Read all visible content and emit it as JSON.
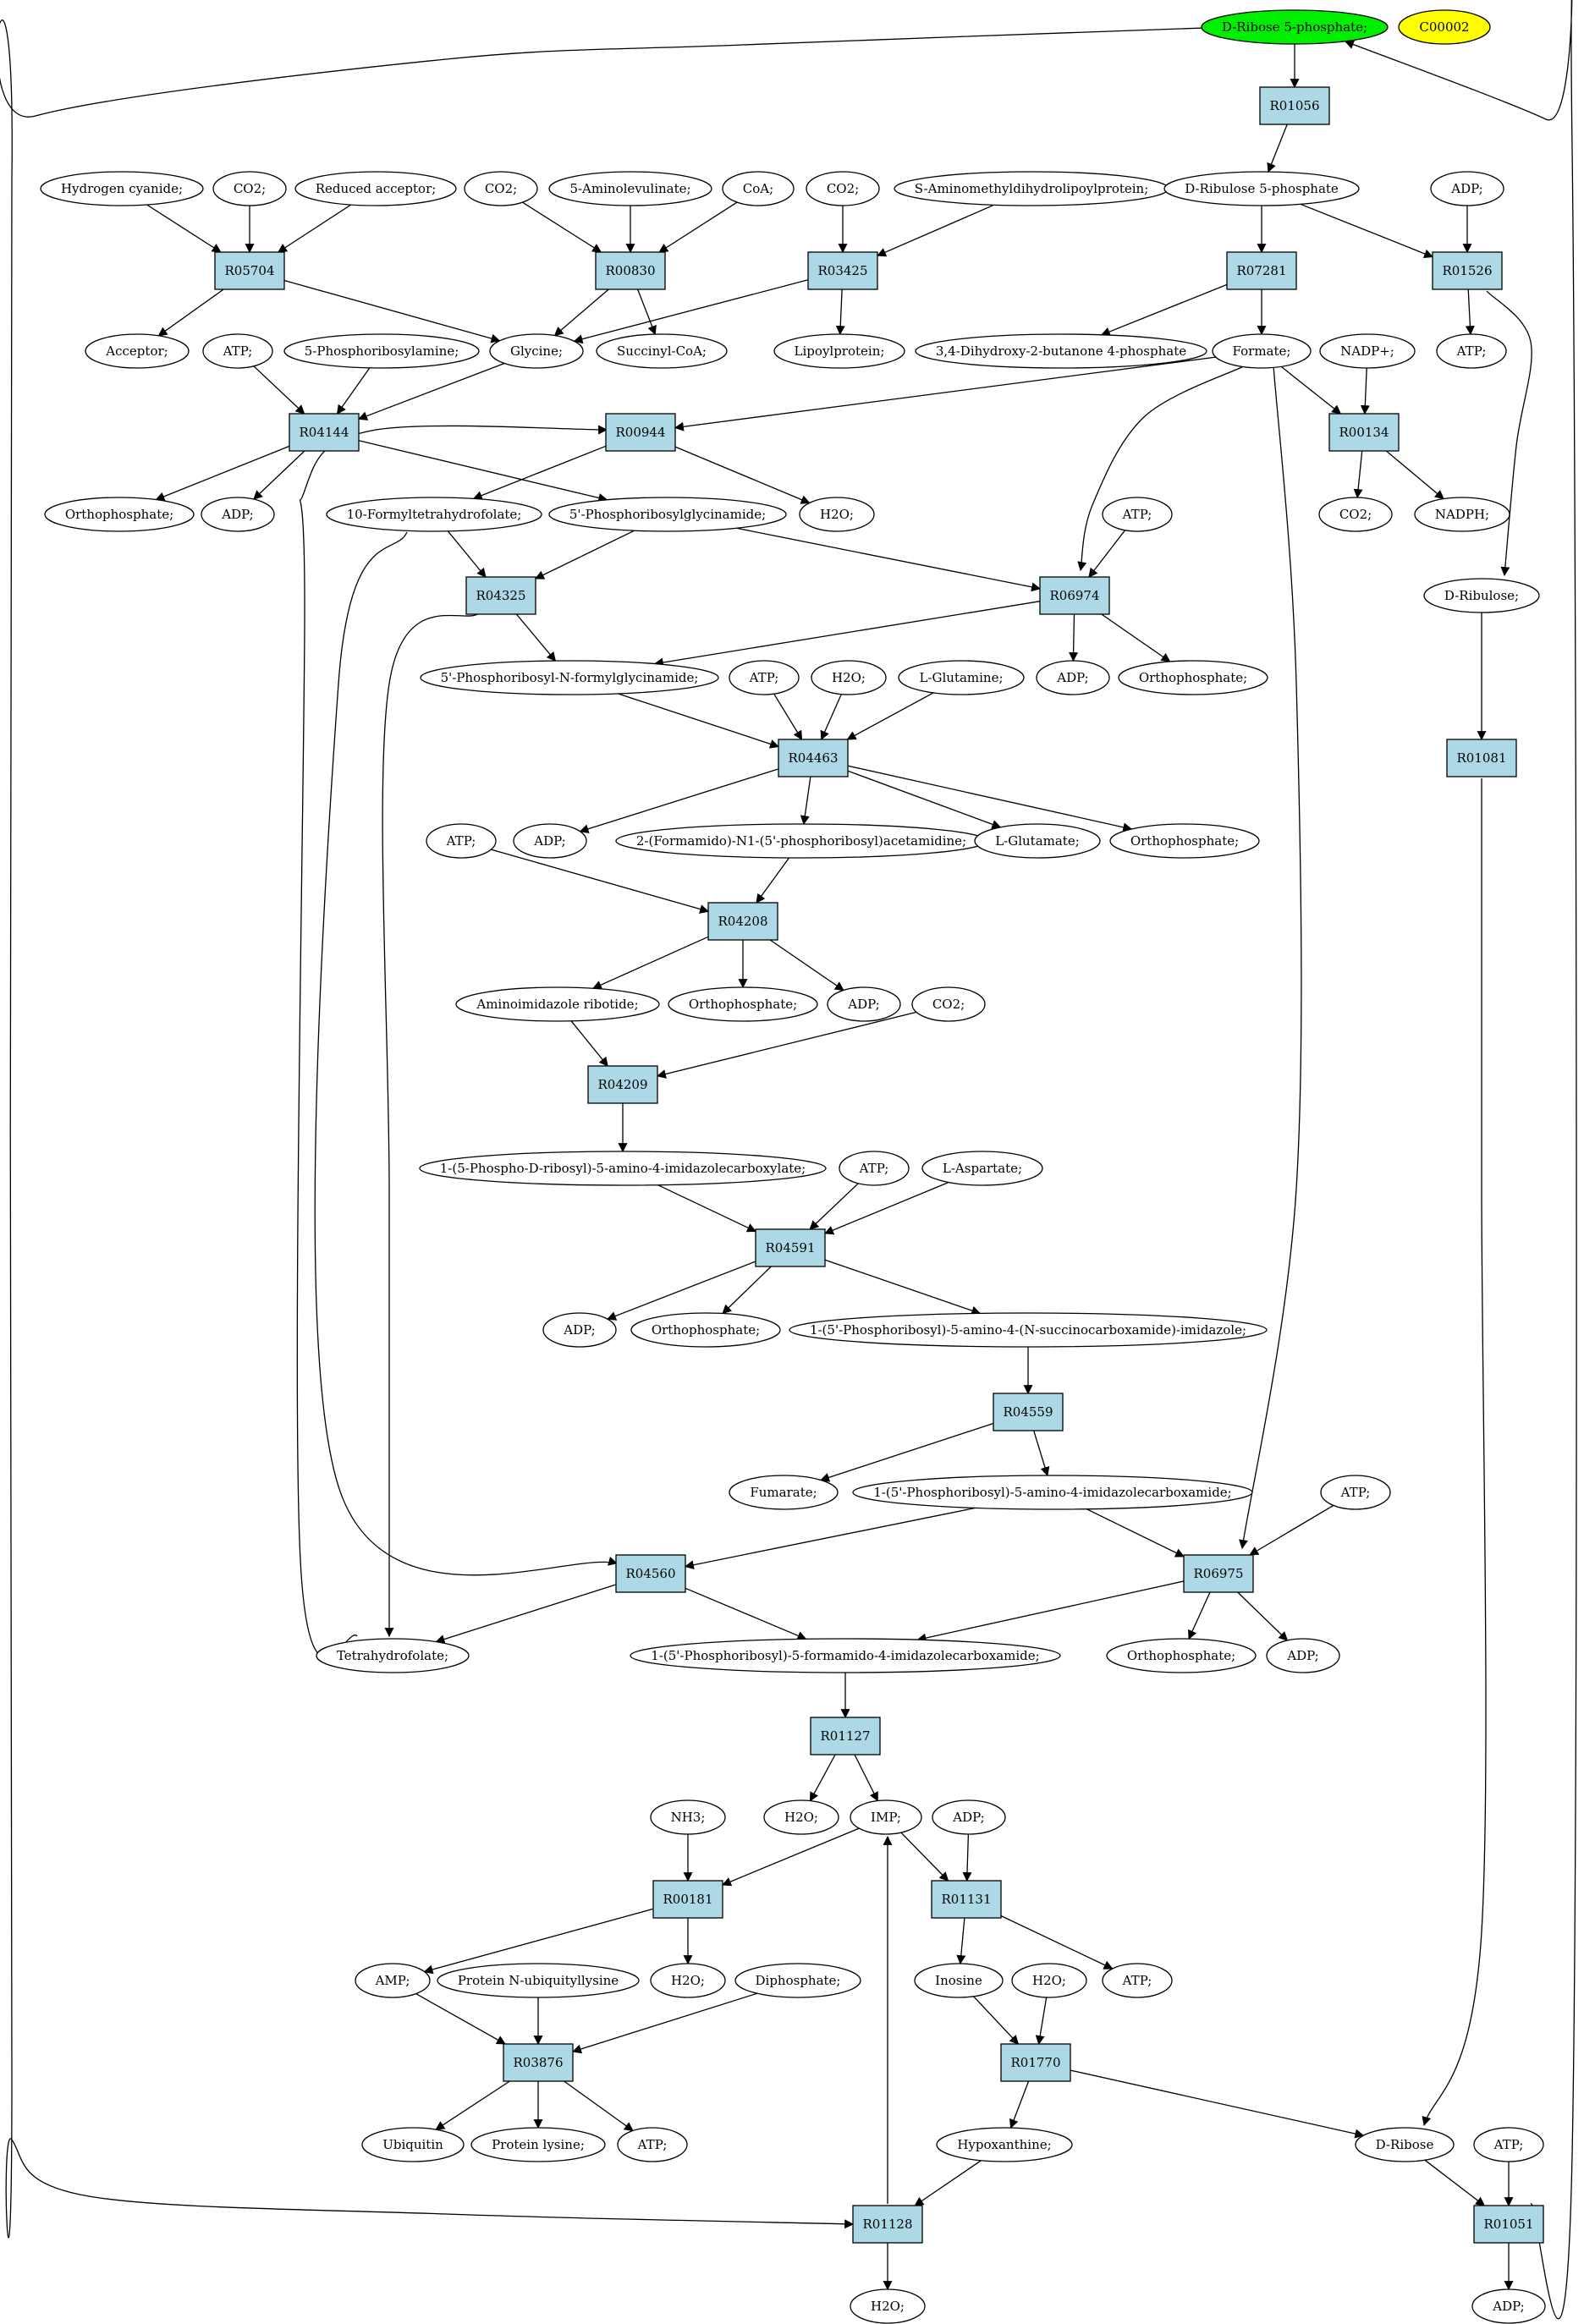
{
  "colors": {
    "background": "#ffffff",
    "reaction_fill": "#add8e6",
    "highlight_fill": "#00ee00",
    "secondary_fill": "#ffff00",
    "stroke": "#000000"
  },
  "nodes": [
    {
      "id": "c_r5p_top",
      "kind": "compound",
      "label": "D-Ribose 5-phosphate;",
      "fill": "highlight"
    },
    {
      "id": "c_c00002",
      "kind": "compound",
      "label": "C00002",
      "fill": "secondary"
    },
    {
      "id": "r_R01056",
      "kind": "reaction",
      "label": "R01056"
    },
    {
      "id": "c_hcn",
      "kind": "compound",
      "label": "Hydrogen cyanide;"
    },
    {
      "id": "c_co2_a",
      "kind": "compound",
      "label": "CO2;"
    },
    {
      "id": "c_redacc",
      "kind": "compound",
      "label": "Reduced acceptor;"
    },
    {
      "id": "c_co2_b",
      "kind": "compound",
      "label": "CO2;"
    },
    {
      "id": "c_ala",
      "kind": "compound",
      "label": "5-Aminolevulinate;"
    },
    {
      "id": "c_coa",
      "kind": "compound",
      "label": "CoA;"
    },
    {
      "id": "c_co2_c",
      "kind": "compound",
      "label": "CO2;"
    },
    {
      "id": "c_samdlp",
      "kind": "compound",
      "label": "S-Aminomethyldihydrolipoylprotein;"
    },
    {
      "id": "c_r5p",
      "kind": "compound",
      "label": "D-Ribulose 5-phosphate"
    },
    {
      "id": "c_adp_a",
      "kind": "compound",
      "label": "ADP;"
    },
    {
      "id": "r_R05704",
      "kind": "reaction",
      "label": "R05704"
    },
    {
      "id": "r_R00830",
      "kind": "reaction",
      "label": "R00830"
    },
    {
      "id": "r_R03425",
      "kind": "reaction",
      "label": "R03425"
    },
    {
      "id": "r_R07281",
      "kind": "reaction",
      "label": "R07281"
    },
    {
      "id": "r_R01526",
      "kind": "reaction",
      "label": "R01526"
    },
    {
      "id": "c_acceptor",
      "kind": "compound",
      "label": "Acceptor;"
    },
    {
      "id": "c_atp_a",
      "kind": "compound",
      "label": "ATP;"
    },
    {
      "id": "c_prpa",
      "kind": "compound",
      "label": "5-Phosphoribosylamine;"
    },
    {
      "id": "c_glycine",
      "kind": "compound",
      "label": "Glycine;"
    },
    {
      "id": "c_succoa",
      "kind": "compound",
      "label": "Succinyl-CoA;"
    },
    {
      "id": "c_lipoyl",
      "kind": "compound",
      "label": "Lipoylprotein;"
    },
    {
      "id": "c_dhbp",
      "kind": "compound",
      "label": "3,4-Dihydroxy-2-butanone 4-phosphate"
    },
    {
      "id": "c_formate",
      "kind": "compound",
      "label": "Formate;"
    },
    {
      "id": "c_nadp",
      "kind": "compound",
      "label": "NADP+;"
    },
    {
      "id": "c_atp_b",
      "kind": "compound",
      "label": "ATP;"
    },
    {
      "id": "r_R04144",
      "kind": "reaction",
      "label": "R04144"
    },
    {
      "id": "r_R00944",
      "kind": "reaction",
      "label": "R00944"
    },
    {
      "id": "r_R00134",
      "kind": "reaction",
      "label": "R00134"
    },
    {
      "id": "c_ortho_a",
      "kind": "compound",
      "label": "Orthophosphate;"
    },
    {
      "id": "c_adp_b",
      "kind": "compound",
      "label": "ADP;"
    },
    {
      "id": "c_10fthf",
      "kind": "compound",
      "label": "10-Formyltetrahydrofolate;"
    },
    {
      "id": "c_gar",
      "kind": "compound",
      "label": "5'-Phosphoribosylglycinamide;"
    },
    {
      "id": "c_h2o_a",
      "kind": "compound",
      "label": "H2O;"
    },
    {
      "id": "c_co2_d",
      "kind": "compound",
      "label": "CO2;"
    },
    {
      "id": "c_nadph",
      "kind": "compound",
      "label": "NADPH;"
    },
    {
      "id": "c_atp_c",
      "kind": "compound",
      "label": "ATP;"
    },
    {
      "id": "c_ribulose",
      "kind": "compound",
      "label": "D-Ribulose;"
    },
    {
      "id": "r_R04325",
      "kind": "reaction",
      "label": "R04325"
    },
    {
      "id": "r_R06974",
      "kind": "reaction",
      "label": "R06974"
    },
    {
      "id": "c_fgar",
      "kind": "compound",
      "label": "5'-Phosphoribosyl-N-formylglycinamide;"
    },
    {
      "id": "c_atp_d",
      "kind": "compound",
      "label": "ATP;"
    },
    {
      "id": "c_h2o_b",
      "kind": "compound",
      "label": "H2O;"
    },
    {
      "id": "c_gln",
      "kind": "compound",
      "label": "L-Glutamine;"
    },
    {
      "id": "c_adp_c",
      "kind": "compound",
      "label": "ADP;"
    },
    {
      "id": "c_ortho_b",
      "kind": "compound",
      "label": "Orthophosphate;"
    },
    {
      "id": "r_R04463",
      "kind": "reaction",
      "label": "R04463"
    },
    {
      "id": "r_R01081",
      "kind": "reaction",
      "label": "R01081"
    },
    {
      "id": "c_atp_e",
      "kind": "compound",
      "label": "ATP;"
    },
    {
      "id": "c_adp_d",
      "kind": "compound",
      "label": "ADP;"
    },
    {
      "id": "c_fgam",
      "kind": "compound",
      "label": "2-(Formamido)-N1-(5'-phosphoribosyl)acetamidine;"
    },
    {
      "id": "c_glu",
      "kind": "compound",
      "label": "L-Glutamate;"
    },
    {
      "id": "c_ortho_c",
      "kind": "compound",
      "label": "Orthophosphate;"
    },
    {
      "id": "r_R04208",
      "kind": "reaction",
      "label": "R04208"
    },
    {
      "id": "c_air",
      "kind": "compound",
      "label": "Aminoimidazole ribotide;"
    },
    {
      "id": "c_ortho_d",
      "kind": "compound",
      "label": "Orthophosphate;"
    },
    {
      "id": "c_adp_e",
      "kind": "compound",
      "label": "ADP;"
    },
    {
      "id": "c_co2_e",
      "kind": "compound",
      "label": "CO2;"
    },
    {
      "id": "r_R04209",
      "kind": "reaction",
      "label": "R04209"
    },
    {
      "id": "c_cair",
      "kind": "compound",
      "label": "1-(5-Phospho-D-ribosyl)-5-amino-4-imidazolecarboxylate;"
    },
    {
      "id": "c_atp_f",
      "kind": "compound",
      "label": "ATP;"
    },
    {
      "id": "c_asp",
      "kind": "compound",
      "label": "L-Aspartate;"
    },
    {
      "id": "r_R04591",
      "kind": "reaction",
      "label": "R04591"
    },
    {
      "id": "c_adp_f",
      "kind": "compound",
      "label": "ADP;"
    },
    {
      "id": "c_ortho_e",
      "kind": "compound",
      "label": "Orthophosphate;"
    },
    {
      "id": "c_saicar",
      "kind": "compound",
      "label": "1-(5'-Phosphoribosyl)-5-amino-4-(N-succinocarboxamide)-imidazole;"
    },
    {
      "id": "r_R04559",
      "kind": "reaction",
      "label": "R04559"
    },
    {
      "id": "c_fumarate",
      "kind": "compound",
      "label": "Fumarate;"
    },
    {
      "id": "c_aicar",
      "kind": "compound",
      "label": "1-(5'-Phosphoribosyl)-5-amino-4-imidazolecarboxamide;"
    },
    {
      "id": "c_atp_g",
      "kind": "compound",
      "label": "ATP;"
    },
    {
      "id": "r_R04560",
      "kind": "reaction",
      "label": "R04560"
    },
    {
      "id": "r_R06975",
      "kind": "reaction",
      "label": "R06975"
    },
    {
      "id": "c_thf",
      "kind": "compound",
      "label": "Tetrahydrofolate;"
    },
    {
      "id": "c_faicar",
      "kind": "compound",
      "label": "1-(5'-Phosphoribosyl)-5-formamido-4-imidazolecarboxamide;"
    },
    {
      "id": "c_ortho_f",
      "kind": "compound",
      "label": "Orthophosphate;"
    },
    {
      "id": "c_adp_g",
      "kind": "compound",
      "label": "ADP;"
    },
    {
      "id": "r_R01127",
      "kind": "reaction",
      "label": "R01127"
    },
    {
      "id": "c_nh3",
      "kind": "compound",
      "label": "NH3;"
    },
    {
      "id": "c_h2o_c",
      "kind": "compound",
      "label": "H2O;"
    },
    {
      "id": "c_imp",
      "kind": "compound",
      "label": "IMP;"
    },
    {
      "id": "c_adp_h",
      "kind": "compound",
      "label": "ADP;"
    },
    {
      "id": "r_R00181",
      "kind": "reaction",
      "label": "R00181"
    },
    {
      "id": "r_R01131",
      "kind": "reaction",
      "label": "R01131"
    },
    {
      "id": "c_amp",
      "kind": "compound",
      "label": "AMP;"
    },
    {
      "id": "c_pnul",
      "kind": "compound",
      "label": "Protein N-ubiquityllysine"
    },
    {
      "id": "c_h2o_d",
      "kind": "compound",
      "label": "H2O;"
    },
    {
      "id": "c_diphos",
      "kind": "compound",
      "label": "Diphosphate;"
    },
    {
      "id": "c_inosine",
      "kind": "compound",
      "label": "Inosine"
    },
    {
      "id": "c_h2o_e",
      "kind": "compound",
      "label": "H2O;"
    },
    {
      "id": "c_atp_h",
      "kind": "compound",
      "label": "ATP;"
    },
    {
      "id": "r_R03876",
      "kind": "reaction",
      "label": "R03876"
    },
    {
      "id": "r_R01770",
      "kind": "reaction",
      "label": "R01770"
    },
    {
      "id": "c_ubiquitin",
      "kind": "compound",
      "label": "Ubiquitin"
    },
    {
      "id": "c_plys",
      "kind": "compound",
      "label": "Protein lysine;"
    },
    {
      "id": "c_atp_i",
      "kind": "compound",
      "label": "ATP;"
    },
    {
      "id": "c_hypox",
      "kind": "compound",
      "label": "Hypoxanthine;"
    },
    {
      "id": "c_ribose",
      "kind": "compound",
      "label": "D-Ribose"
    },
    {
      "id": "c_atp_j",
      "kind": "compound",
      "label": "ATP;"
    },
    {
      "id": "r_R01128",
      "kind": "reaction",
      "label": "R01128"
    },
    {
      "id": "r_R01051",
      "kind": "reaction",
      "label": "R01051"
    },
    {
      "id": "c_h2o_f",
      "kind": "compound",
      "label": "H2O;"
    },
    {
      "id": "c_adp_i",
      "kind": "compound",
      "label": "ADP;"
    }
  ],
  "edges": [
    [
      "c_r5p_top",
      "r_R01056"
    ],
    [
      "r_R01056",
      "c_r5p"
    ],
    [
      "c_hcn",
      "r_R05704"
    ],
    [
      "c_co2_a",
      "r_R05704"
    ],
    [
      "c_redacc",
      "r_R05704"
    ],
    [
      "r_R05704",
      "c_acceptor"
    ],
    [
      "r_R05704",
      "c_glycine"
    ],
    [
      "c_co2_b",
      "r_R00830"
    ],
    [
      "c_ala",
      "r_R00830"
    ],
    [
      "c_coa",
      "r_R00830"
    ],
    [
      "r_R00830",
      "c_glycine"
    ],
    [
      "r_R00830",
      "c_succoa"
    ],
    [
      "c_co2_c",
      "r_R03425"
    ],
    [
      "c_samdlp",
      "r_R03425"
    ],
    [
      "r_R03425",
      "c_glycine"
    ],
    [
      "r_R03425",
      "c_lipoyl"
    ],
    [
      "c_r5p",
      "r_R07281"
    ],
    [
      "r_R07281",
      "c_dhbp"
    ],
    [
      "r_R07281",
      "c_formate"
    ],
    [
      "c_r5p",
      "r_R01526"
    ],
    [
      "c_adp_a",
      "r_R01526"
    ],
    [
      "r_R01526",
      "c_atp_b"
    ],
    [
      "r_R01526",
      "c_ribulose"
    ],
    [
      "c_atp_a",
      "r_R04144"
    ],
    [
      "c_prpa",
      "r_R04144"
    ],
    [
      "c_glycine",
      "r_R04144"
    ],
    [
      "r_R04144",
      "c_ortho_a"
    ],
    [
      "r_R04144",
      "c_adp_b"
    ],
    [
      "r_R04144",
      "c_gar"
    ],
    [
      "c_formate",
      "r_R00944"
    ],
    [
      "c_thf",
      "r_R00944"
    ],
    [
      "r_R00944",
      "c_10fthf"
    ],
    [
      "r_R00944",
      "c_h2o_a"
    ],
    [
      "c_formate",
      "r_R00134"
    ],
    [
      "c_nadp",
      "r_R00134"
    ],
    [
      "r_R00134",
      "c_co2_d"
    ],
    [
      "r_R00134",
      "c_nadph"
    ],
    [
      "c_formate",
      "r_R06974"
    ],
    [
      "c_formate",
      "r_R06975"
    ],
    [
      "c_10fthf",
      "r_R04325"
    ],
    [
      "c_gar",
      "r_R04325"
    ],
    [
      "r_R04325",
      "c_fgar"
    ],
    [
      "r_R04325",
      "c_thf"
    ],
    [
      "c_gar",
      "r_R06974"
    ],
    [
      "c_atp_c",
      "r_R06974"
    ],
    [
      "r_R06974",
      "c_fgar"
    ],
    [
      "r_R06974",
      "c_adp_c"
    ],
    [
      "r_R06974",
      "c_ortho_b"
    ],
    [
      "c_fgar",
      "r_R04463"
    ],
    [
      "c_atp_d",
      "r_R04463"
    ],
    [
      "c_h2o_b",
      "r_R04463"
    ],
    [
      "c_gln",
      "r_R04463"
    ],
    [
      "r_R04463",
      "c_adp_d"
    ],
    [
      "r_R04463",
      "c_fgam"
    ],
    [
      "r_R04463",
      "c_glu"
    ],
    [
      "r_R04463",
      "c_ortho_c"
    ],
    [
      "c_ribulose",
      "r_R01081"
    ],
    [
      "r_R01081",
      "c_ribose"
    ],
    [
      "c_atp_e",
      "r_R04208"
    ],
    [
      "c_fgam",
      "r_R04208"
    ],
    [
      "r_R04208",
      "c_air"
    ],
    [
      "r_R04208",
      "c_ortho_d"
    ],
    [
      "r_R04208",
      "c_adp_e"
    ],
    [
      "c_air",
      "r_R04209"
    ],
    [
      "c_co2_e",
      "r_R04209"
    ],
    [
      "r_R04209",
      "c_cair"
    ],
    [
      "c_cair",
      "r_R04591"
    ],
    [
      "c_atp_f",
      "r_R04591"
    ],
    [
      "c_asp",
      "r_R04591"
    ],
    [
      "r_R04591",
      "c_adp_f"
    ],
    [
      "r_R04591",
      "c_ortho_e"
    ],
    [
      "r_R04591",
      "c_saicar"
    ],
    [
      "c_saicar",
      "r_R04559"
    ],
    [
      "r_R04559",
      "c_fumarate"
    ],
    [
      "r_R04559",
      "c_aicar"
    ],
    [
      "c_aicar",
      "r_R04560"
    ],
    [
      "c_10fthf",
      "r_R04560"
    ],
    [
      "r_R04560",
      "c_thf"
    ],
    [
      "r_R04560",
      "c_faicar"
    ],
    [
      "c_aicar",
      "r_R06975"
    ],
    [
      "c_atp_g",
      "r_R06975"
    ],
    [
      "r_R06975",
      "c_faicar"
    ],
    [
      "r_R06975",
      "c_ortho_f"
    ],
    [
      "r_R06975",
      "c_adp_g"
    ],
    [
      "c_faicar",
      "r_R01127"
    ],
    [
      "r_R01127",
      "c_h2o_c"
    ],
    [
      "r_R01127",
      "c_imp"
    ],
    [
      "c_nh3",
      "r_R00181"
    ],
    [
      "c_imp",
      "r_R00181"
    ],
    [
      "r_R00181",
      "c_amp"
    ],
    [
      "r_R00181",
      "c_h2o_d"
    ],
    [
      "c_imp",
      "r_R01131"
    ],
    [
      "c_adp_h",
      "r_R01131"
    ],
    [
      "r_R01131",
      "c_inosine"
    ],
    [
      "r_R01131",
      "c_atp_h"
    ],
    [
      "c_amp",
      "r_R03876"
    ],
    [
      "c_pnul",
      "r_R03876"
    ],
    [
      "c_diphos",
      "r_R03876"
    ],
    [
      "r_R03876",
      "c_ubiquitin"
    ],
    [
      "r_R03876",
      "c_plys"
    ],
    [
      "r_R03876",
      "c_atp_i"
    ],
    [
      "c_inosine",
      "r_R01770"
    ],
    [
      "c_h2o_e",
      "r_R01770"
    ],
    [
      "r_R01770",
      "c_hypox"
    ],
    [
      "r_R01770",
      "c_ribose"
    ],
    [
      "c_hypox",
      "r_R01128"
    ],
    [
      "c_r5p_top",
      "r_R01128"
    ],
    [
      "r_R01128",
      "c_imp"
    ],
    [
      "r_R01128",
      "c_h2o_f"
    ],
    [
      "c_ribose",
      "r_R01051"
    ],
    [
      "c_atp_j",
      "r_R01051"
    ],
    [
      "r_R01051",
      "c_adp_i"
    ],
    [
      "r_R01051",
      "c_r5p_top"
    ]
  ]
}
